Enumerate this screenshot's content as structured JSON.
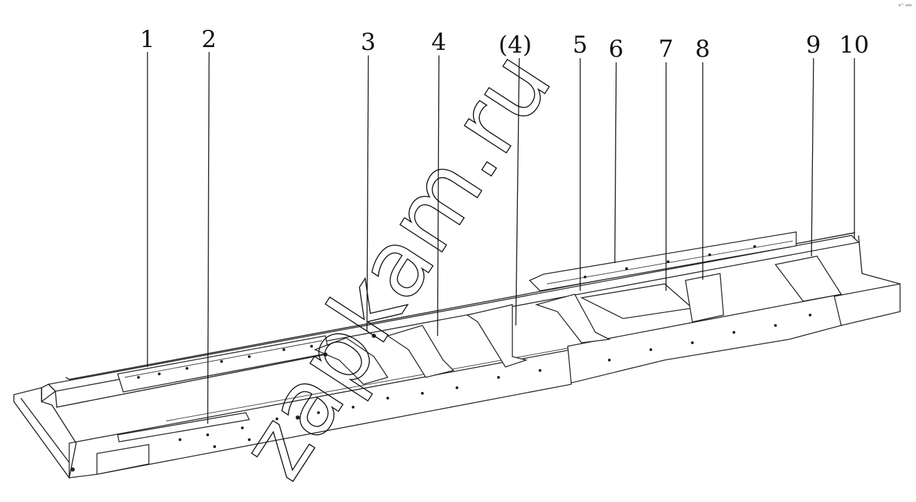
{
  "title": "",
  "callouts": [
    {
      "id": "1",
      "label": "1"
    },
    {
      "id": "2",
      "label": "2"
    },
    {
      "id": "3",
      "label": "3"
    },
    {
      "id": "4",
      "label": "4"
    },
    {
      "id": "4b",
      "label": "(4)"
    },
    {
      "id": "5",
      "label": "5"
    },
    {
      "id": "6",
      "label": "6"
    },
    {
      "id": "7",
      "label": "7"
    },
    {
      "id": "8",
      "label": "8"
    },
    {
      "id": "9",
      "label": "9"
    },
    {
      "id": "10",
      "label": "10"
    }
  ],
  "watermark": "zapkam.ru",
  "corner_mark": "e™ ooo",
  "colors": {
    "line": "#222222",
    "background": "#ffffff"
  }
}
